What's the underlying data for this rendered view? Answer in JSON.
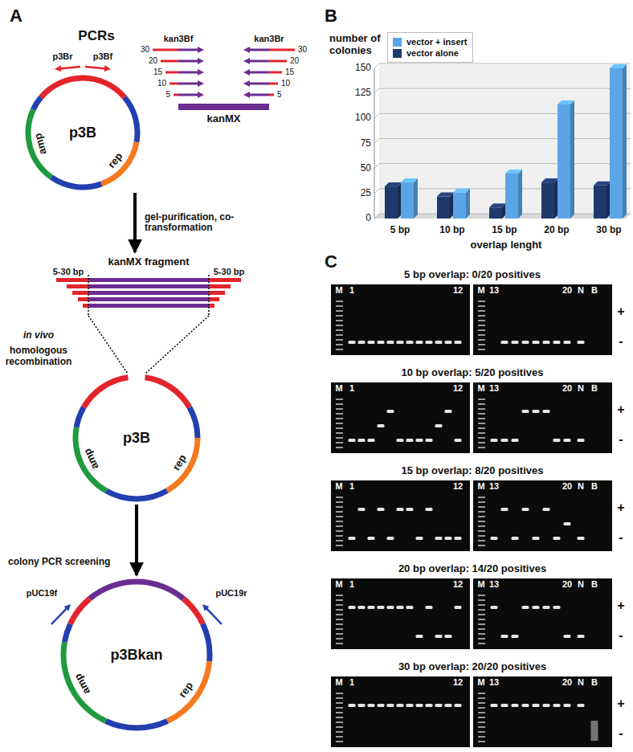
{
  "diagram": {
    "nodes": [
      {
        "text": [
          "p3B"
        ]
      },
      {
        "text": [
          "kanMX"
        ]
      },
      {
        "text": [
          "kanMX fragment"
        ]
      },
      {
        "text": [
          "p3B"
        ]
      },
      {
        "text": [
          "p3Bkan"
        ]
      },
      {
        "text": [
          "M",
          "1",
          "12"
        ]
      },
      {
        "text": [
          "M",
          "13",
          "20",
          "N",
          "B"
        ]
      },
      {
        "text": [
          "M",
          "1",
          "12"
        ]
      },
      {
        "text": [
          "M",
          "13",
          "20",
          "N",
          "B"
        ]
      },
      {
        "text": [
          "M",
          "1",
          "12"
        ]
      },
      {
        "text": [
          "M",
          "13",
          "20",
          "N",
          "B"
        ]
      },
      {
        "text": [
          "M",
          "1",
          "12"
        ]
      },
      {
        "text": [
          "M",
          "13",
          "20",
          "N",
          "B"
        ]
      },
      {
        "text": [
          "M",
          "1",
          "12"
        ]
      },
      {
        "text": [
          "M",
          "13",
          "20",
          "N",
          "B"
        ]
      }
    ],
    "edges": [
      {
        "from": 0,
        "to": 2,
        "arrow": "to",
        "label": "gel-purification, co-transformation"
      },
      {
        "from": 2,
        "to": 3,
        "arrow": "none"
      },
      {
        "from": 3,
        "to": 4,
        "arrow": "to"
      }
    ],
    "labels": [
      "A",
      "PCRs",
      "p3Br",
      "p3Bf",
      "rep",
      "amp",
      "kan3Bf",
      "kan3Br",
      "30",
      "20",
      "15",
      "10",
      "5",
      "30",
      "20",
      "15",
      "10",
      "5",
      "5-30 bp",
      "5-30 bp",
      "in vivo",
      "homologous recombination",
      "rep",
      "amp",
      "colony PCR screening",
      "pUC19f",
      "pUC19r",
      "rep",
      "amp",
      "B",
      "number of colonies",
      "150",
      "125",
      "100",
      "75",
      "50",
      "25",
      "0",
      "5 bp",
      "10 bp",
      "15 bp",
      "20 bp",
      "30 bp",
      "overlap lenght",
      "C",
      "5 bp overlap: 0/20 positives",
      "+",
      "-",
      "10 bp overlap: 5/20 positives",
      "+",
      "-",
      "15 bp overlap: 8/20 positives",
      "+",
      "-",
      "20 bp overlap: 14/20 positives",
      "+",
      "-",
      "30 bp overlap: 20/20 positives",
      "+",
      "-"
    ],
    "legend": [
      {
        "text": "vector + insert",
        "color": "#5aa5e6"
      },
      {
        "text": "vector alone",
        "color": "#1e3a6b"
      }
    ]
  }
}
